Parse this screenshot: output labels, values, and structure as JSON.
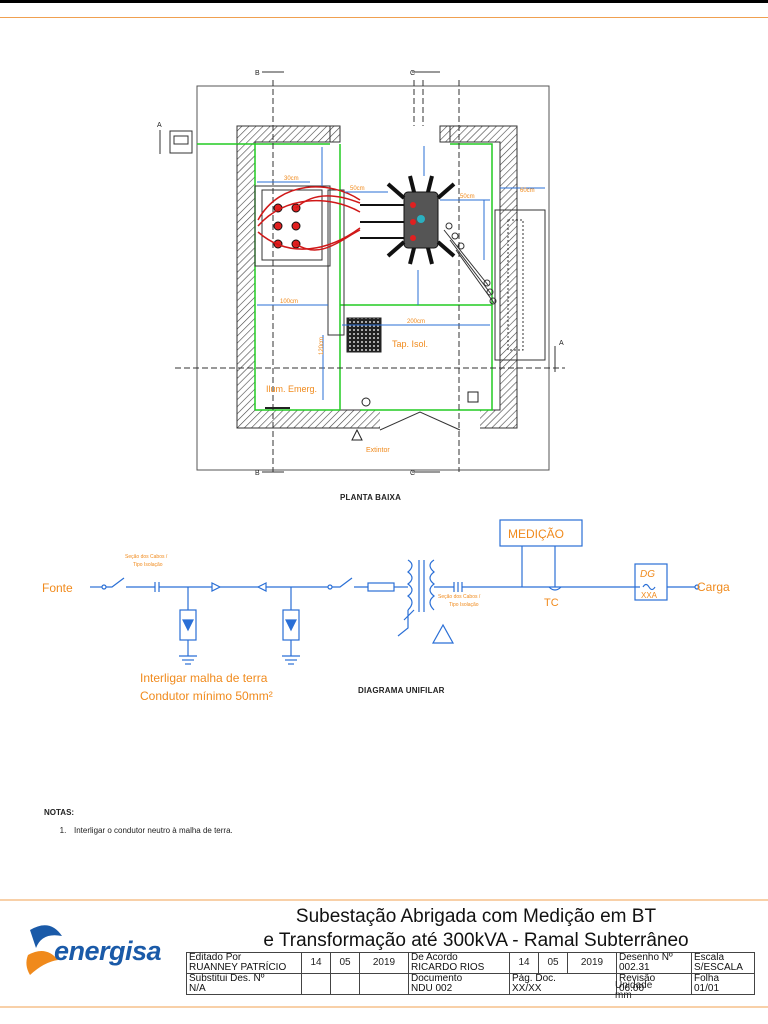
{
  "labels": {
    "section_b": "B",
    "section_c": "C",
    "section_a": "A",
    "dim_30cm": "30cm",
    "dim_50cm": "50cm",
    "dim_100cm": "100cm",
    "dim_200cm": "200cm",
    "dim_60cm": "60cm",
    "dim_120cm": "120cm",
    "tap_isol": "Tap. Isol.",
    "ilum_emerg": "Ilum. Emerg.",
    "extintor": "Extintor"
  },
  "captions": {
    "planta_baixa": "PLANTA BAIXA",
    "diagrama_unifilar": "DIAGRAMA UNIFILAR"
  },
  "unifilar": {
    "fonte": "Fonte",
    "carga": "Carga",
    "medicao": "MEDIÇÃO",
    "tc": "TC",
    "dg": "DG",
    "xxa": "XXA",
    "secao_cabos_1": "Seção dos Cabos /",
    "tipo_isolacao_1": "Tipo Isolação",
    "secao_cabos_2": "Seção dos Cabos /",
    "tipo_isolacao_2": "Tipo Isolação",
    "interligar_1": "Interligar malha de terra",
    "interligar_2": "Condutor mínimo 50mm²"
  },
  "notes": {
    "title": "NOTAS:",
    "items": [
      {
        "num": "1.",
        "text": "Interligar o condutor neutro à malha de terra."
      }
    ]
  },
  "title_block": {
    "company": "energisa",
    "title_line1": "Subestação Abrigada com Medição em BT",
    "title_line2": "e Transformação até 300kVA - Ramal Subterrâneo",
    "editado_por_label": "Editado Por",
    "editado_por_value": "RUANNEY PATRÍCIO",
    "editado_dia": "14",
    "editado_mes": "05",
    "editado_ano": "2019",
    "de_acordo_label": "De Acordo",
    "de_acordo_value": "RICARDO RIOS",
    "acordo_dia": "14",
    "acordo_mes": "05",
    "acordo_ano": "2019",
    "desenho_label": "Desenho Nº",
    "desenho_value": "002.31",
    "escala_label": "Escala",
    "escala_value": "S/ESCALA",
    "substitui_label": "Substitui Des. Nº",
    "substitui_value": "N/A",
    "documento_label": "Documento",
    "documento_value": "NDU 002",
    "pag_doc_label": "Pág. Doc.",
    "pag_doc_value": "XX/XX",
    "revisao_label": "Revisão",
    "revisao_value": "06.00",
    "unidade_label": "Unidade",
    "unidade_value": "mm",
    "folha_label": "Folha",
    "folha_value": "01/01"
  },
  "colors": {
    "orange": "#f08a1c",
    "blue": "#2a6fd6",
    "green": "#22cc22",
    "red": "#d01818",
    "hatch": "#444444",
    "brand_blue": "#1a5aa8"
  }
}
